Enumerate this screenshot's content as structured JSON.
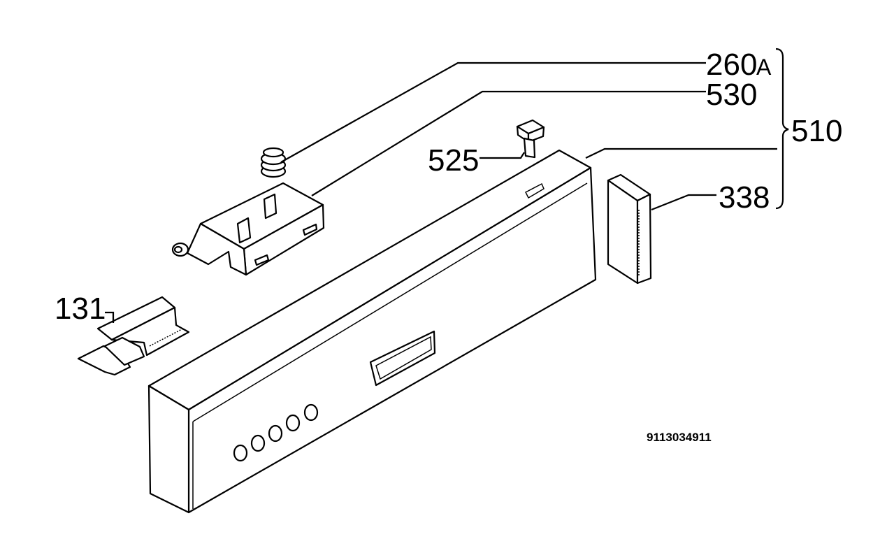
{
  "diagram": {
    "labels": {
      "p260a_num": "260",
      "p260a_suffix": "A",
      "p530": "530",
      "p510": "510",
      "p525": "525",
      "p338": "338",
      "p131": "131"
    },
    "drawing_number": "9113034911"
  }
}
